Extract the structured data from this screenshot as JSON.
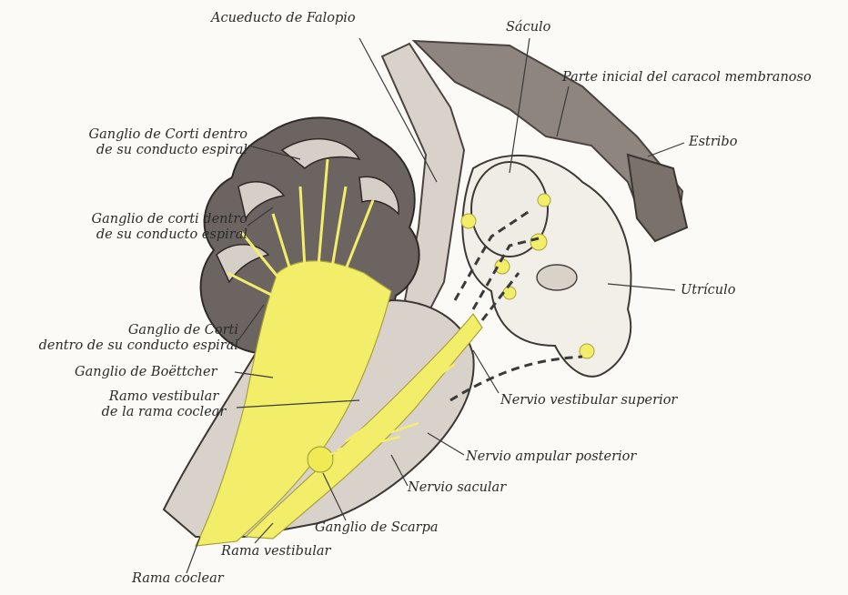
{
  "colors": {
    "background": "#fbfaf6",
    "bone": "#6b6460",
    "nerve": "#f3ee6a",
    "line": "#3a3a3a"
  },
  "labels": {
    "acueducto": "Acueducto de Falopio",
    "saculo": "Sáculo",
    "parte_inicial": "Parte inicial del caracol membranoso",
    "estribo": "Estribo",
    "utriculo": "Utrículo",
    "ganglio_corti_1": [
      "Ganglio de Corti dentro",
      "de su conducto espiral"
    ],
    "ganglio_corti_2": [
      "Ganglio de corti dentro",
      "de su conducto espiral"
    ],
    "ganglio_corti_3": [
      "Ganglio de Corti",
      "dentro de su conducto espiral"
    ],
    "boettcher": "Ganglio de Boëttcher",
    "ramo_vestibular": [
      "Ramo vestibular",
      "de la rama coclear"
    ],
    "nervio_vestibular_superior": "Nervio vestibular superior",
    "nervio_ampular_posterior": "Nervio ampular posterior",
    "nervio_sacular": "Nervio sacular",
    "ganglio_scarpa": "Ganglio de Scarpa",
    "rama_vestibular": "Rama vestibular",
    "rama_coclear": "Rama coclear"
  }
}
